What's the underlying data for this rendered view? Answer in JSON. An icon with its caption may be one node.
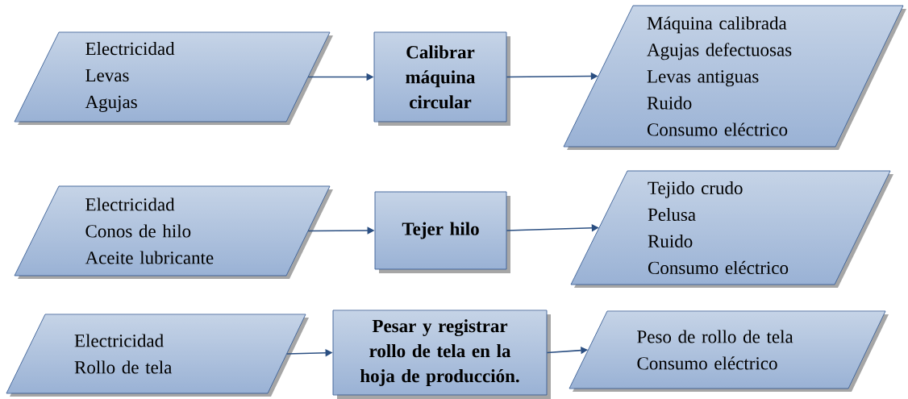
{
  "diagram": {
    "nodes": [
      {
        "text": [
          "Electricidad",
          "Levas",
          "Agujas"
        ]
      },
      {
        "text": [
          "Calibrar máquina circular"
        ]
      },
      {
        "text": [
          "Máquina calibrada",
          "Agujas defectuosas",
          "Levas antiguas",
          "Ruido",
          "Consumo eléctrico"
        ]
      },
      {
        "text": [
          "Electricidad",
          "Conos de hilo",
          "Aceite lubricante"
        ]
      },
      {
        "text": [
          "Tejer hilo"
        ]
      },
      {
        "text": [
          "Tejido crudo",
          "Pelusa",
          "Ruido",
          "Consumo eléctrico"
        ]
      },
      {
        "text": [
          "Electricidad",
          "Rollo de tela"
        ]
      },
      {
        "text": [
          "Pesar y registrar rollo de tela en la hoja de producción."
        ]
      },
      {
        "text": [
          "Peso de rollo de tela",
          "Consumo eléctrico"
        ]
      }
    ],
    "edges": [
      {
        "from": 0,
        "to": 1,
        "arrow": "to"
      },
      {
        "from": 1,
        "to": 2,
        "arrow": "to"
      },
      {
        "from": 3,
        "to": 4,
        "arrow": "to"
      },
      {
        "from": 4,
        "to": 5,
        "arrow": "to"
      },
      {
        "from": 6,
        "to": 7,
        "arrow": "to"
      },
      {
        "from": 7,
        "to": 8,
        "arrow": "to"
      }
    ]
  }
}
